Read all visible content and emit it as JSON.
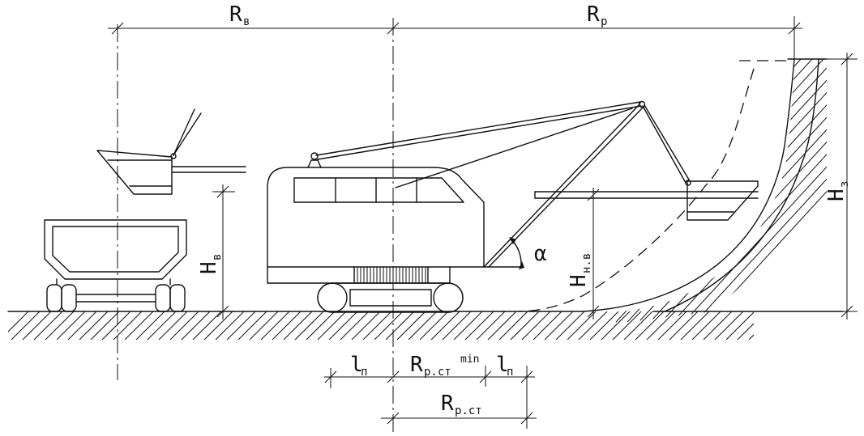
{
  "labels": {
    "r_v": {
      "main": "R",
      "sub": "в"
    },
    "r_p": {
      "main": "R",
      "sub": "р"
    },
    "h_z": {
      "main": "H",
      "sub": "з"
    },
    "h_v": {
      "main": "H",
      "sub": "в"
    },
    "h_nv": {
      "main": "H",
      "sub": "н.в"
    },
    "alpha": {
      "main": "α"
    },
    "l_n_left": {
      "main": "l",
      "sub": "п"
    },
    "l_n_right": {
      "main": "l",
      "sub": "п"
    },
    "r_pst_min": {
      "main": "R",
      "sub": "р.ст",
      "sup": "min"
    },
    "r_pst": {
      "main": "R",
      "sub": "р.ст"
    }
  }
}
